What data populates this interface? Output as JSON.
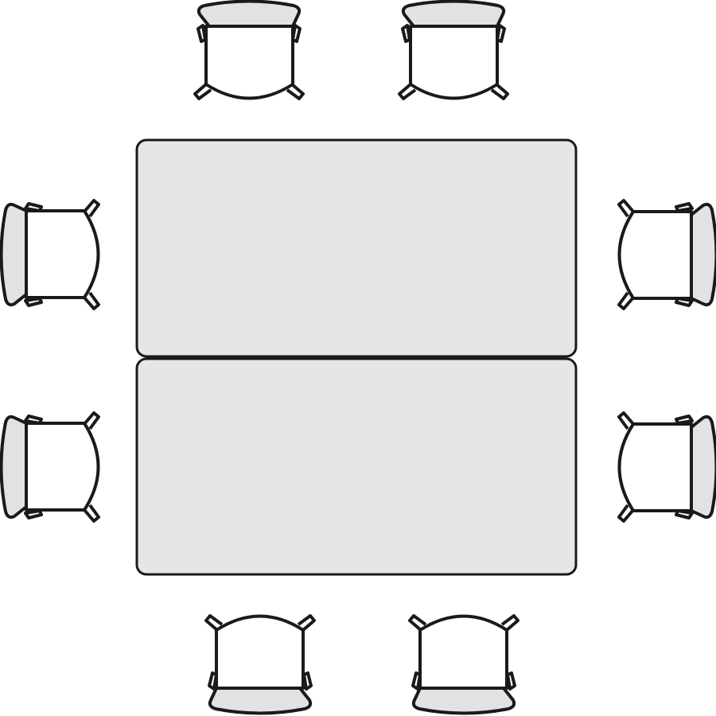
{
  "diagram": {
    "description_type": "floor-plan",
    "tables": [
      {
        "id": "table-1"
      },
      {
        "id": "table-2"
      }
    ],
    "chairs_count": 8,
    "colors": {
      "outline": "#1a1a1a",
      "table_fill": "#e6e6e8",
      "backrest_fill": "#e2e2e4",
      "seat_fill": "#ffffff"
    }
  }
}
